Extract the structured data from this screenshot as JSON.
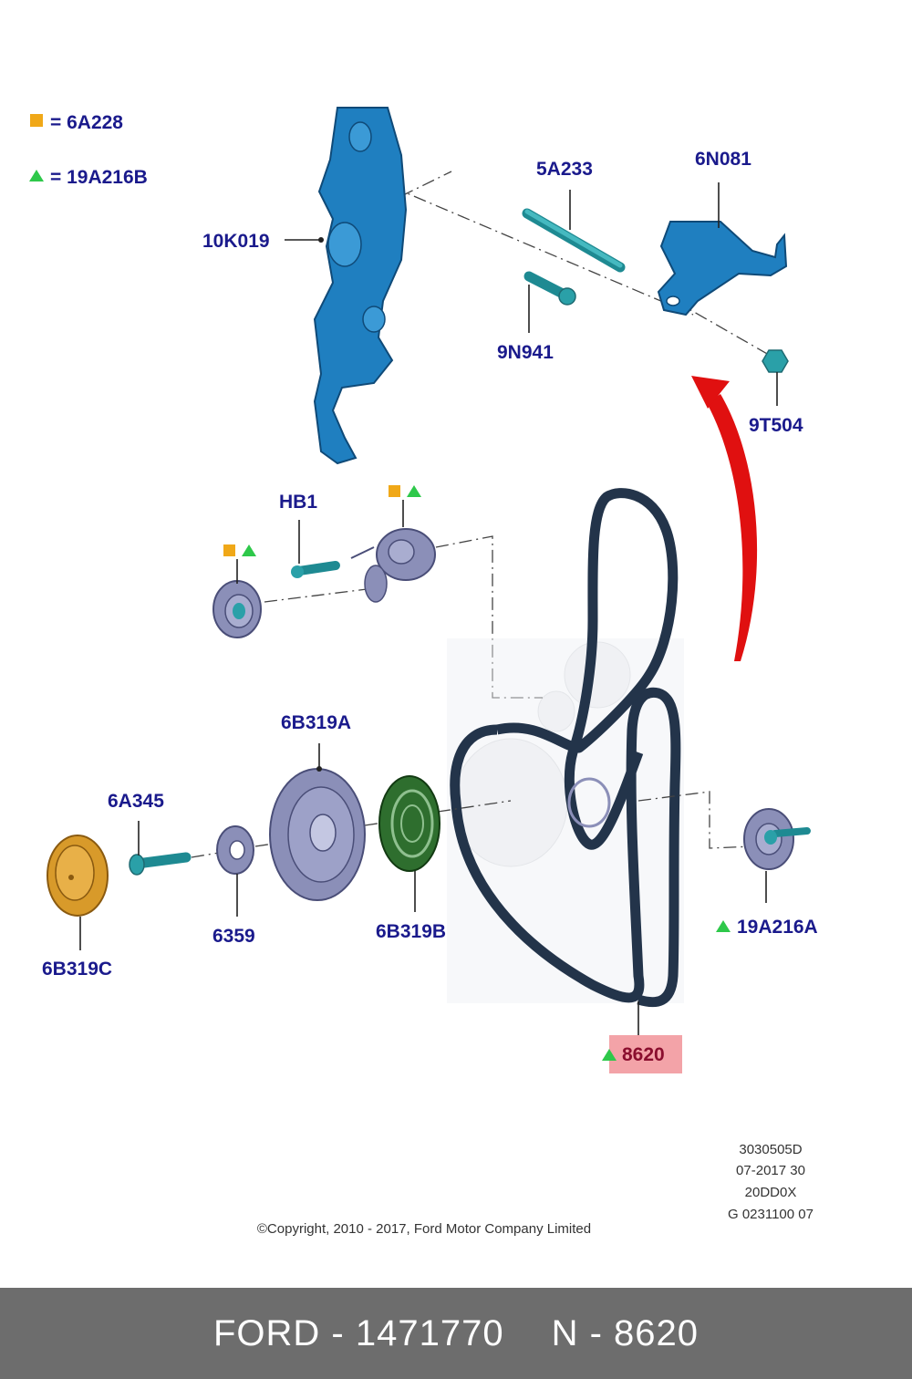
{
  "legend": [
    {
      "symbol": "square-icon",
      "color": "#f0a818",
      "text": "= 6A228"
    },
    {
      "symbol": "triangle-icon",
      "color": "#2ec84a",
      "text": "= 19A216B"
    }
  ],
  "labels": {
    "p10K019": "10K019",
    "p5A233": "5A233",
    "p6N081": "6N081",
    "p9N941": "9N941",
    "p9T504": "9T504",
    "pHB1": "HB1",
    "p6B319A": "6B319A",
    "p6A345": "6A345",
    "p6359": "6359",
    "p6B319B": "6B319B",
    "p6B319C": "6B319C",
    "p19A216A": "19A216A",
    "p8620": "8620"
  },
  "colors": {
    "bracket": "#1f7fc0",
    "bolt": "#2aa0a8",
    "pulley": "#8b8fb8",
    "belt": "#23344a",
    "damper": "#2e6e2e",
    "cover": "#d89a2a",
    "arrow": "#e01010",
    "highlight": "#f3a3a8"
  },
  "meta": [
    "3030505D",
    "07-2017 30",
    "20DD0X",
    "G 0231100 07"
  ],
  "copyright": "©Copyright, 2010 - 2017, Ford Motor Company Limited",
  "footer": {
    "left": "FORD - 1471770",
    "right": "N - 8620"
  }
}
